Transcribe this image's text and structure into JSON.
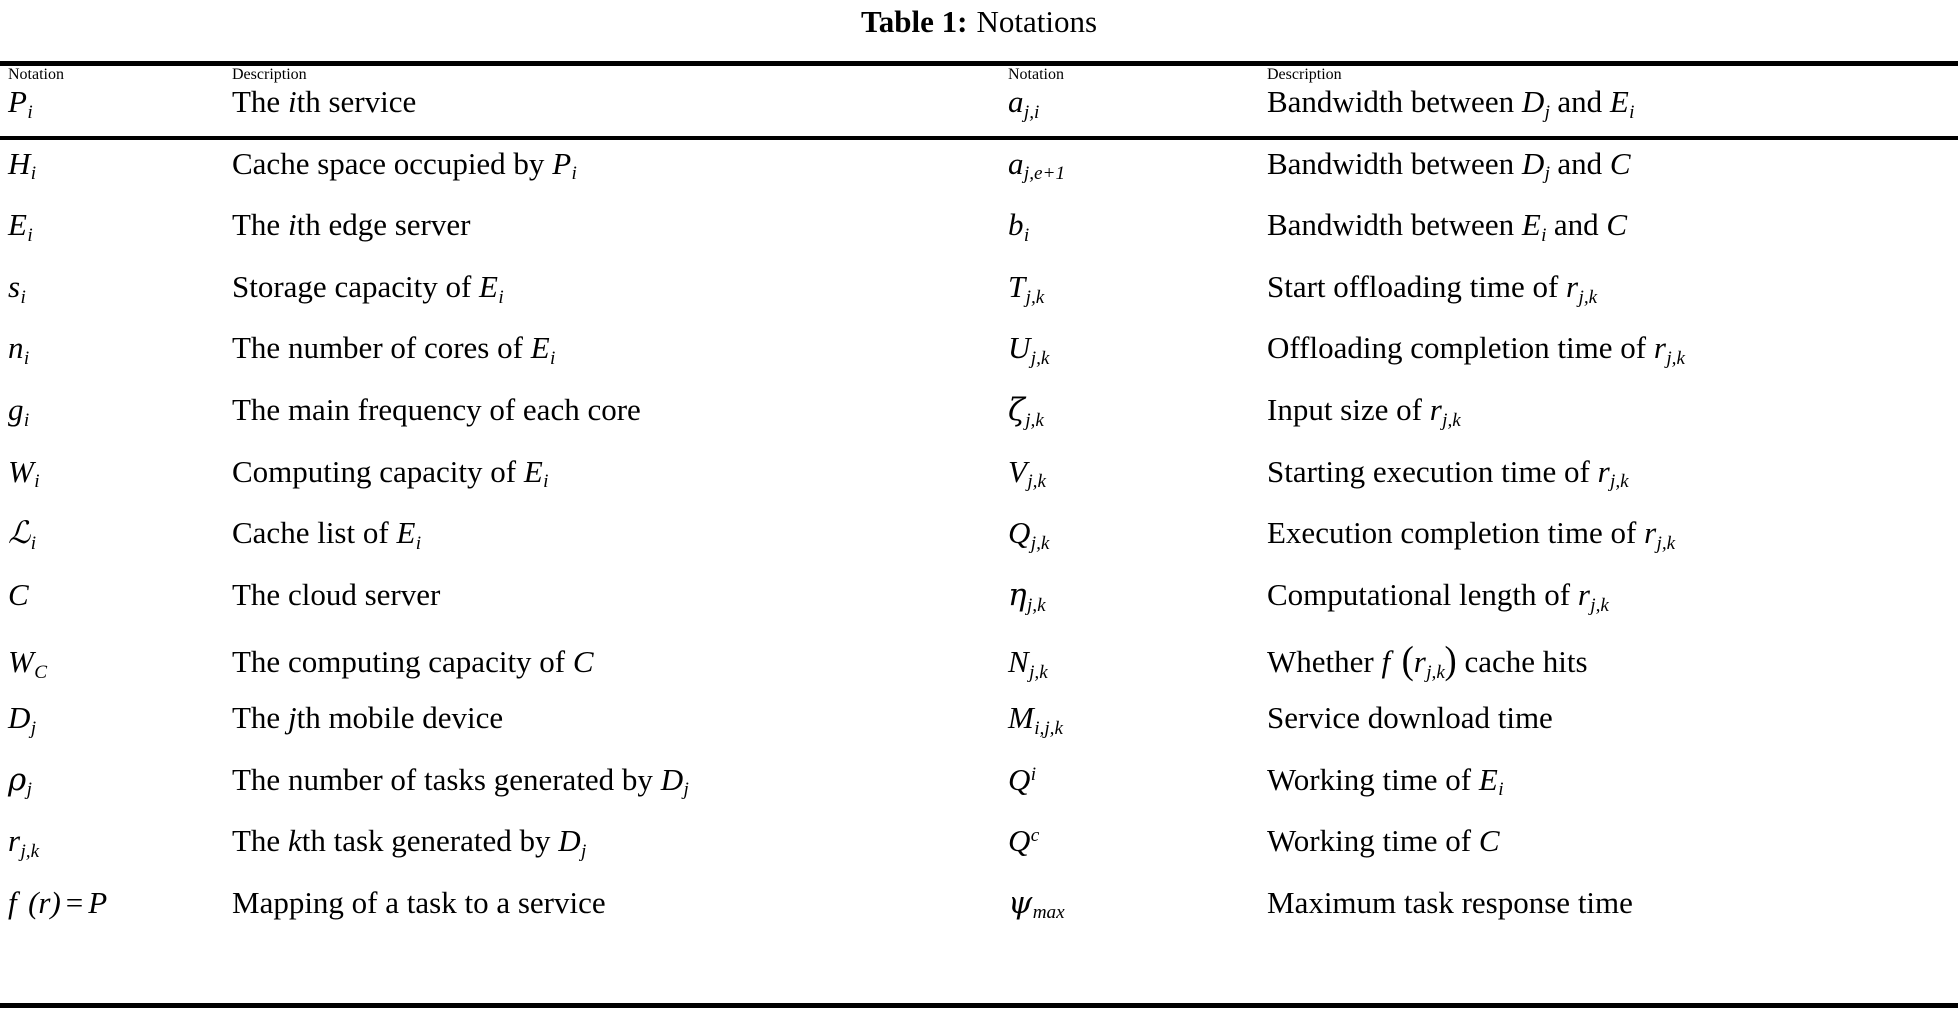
{
  "caption": {
    "label": "Table 1:",
    "text": "Notations"
  },
  "headers": {
    "notation_left": "Notation",
    "description_left": "Description",
    "notation_right": "Notation",
    "description_right": "Description"
  },
  "rows": [
    {
      "notation_left": "P_i",
      "description_left": "The ith service",
      "notation_right": "a_{j,i}",
      "description_right": "Bandwidth between D_j and E_i"
    },
    {
      "notation_left": "H_i",
      "description_left": "Cache space occupied by P_i",
      "notation_right": "a_{j,e+1}",
      "description_right": "Bandwidth between D_j and C"
    },
    {
      "notation_left": "E_i",
      "description_left": "The ith edge server",
      "notation_right": "b_i",
      "description_right": "Bandwidth between E_i and C"
    },
    {
      "notation_left": "s_i",
      "description_left": "Storage capacity of E_i",
      "notation_right": "T_{j,k}",
      "description_right": "Start offloading time of r_{j,k}"
    },
    {
      "notation_left": "n_i",
      "description_left": "The number of cores of E_i",
      "notation_right": "U_{j,k}",
      "description_right": "Offloading completion time of r_{j,k}"
    },
    {
      "notation_left": "g_i",
      "description_left": "The main frequency of each core",
      "notation_right": "zeta_{j,k}",
      "description_right": "Input size of r_{j,k}"
    },
    {
      "notation_left": "W_i",
      "description_left": "Computing capacity of E_i",
      "notation_right": "V_{j,k}",
      "description_right": "Starting execution time of r_{j,k}"
    },
    {
      "notation_left": "L_i",
      "description_left": "Cache list of E_i",
      "notation_right": "Q_{j,k}",
      "description_right": "Execution completion time of r_{j,k}"
    },
    {
      "notation_left": "C",
      "description_left": "The cloud server",
      "notation_right": "eta_{j,k}",
      "description_right": "Computational length of r_{j,k}"
    },
    {
      "notation_left": "W_C",
      "description_left": "The computing capacity of C",
      "notation_right": "N_{j,k}",
      "description_right": "Whether f (r_{j,k}) cache hits"
    },
    {
      "notation_left": "D_j",
      "description_left": "The jth mobile device",
      "notation_right": "M_{i,j,k}",
      "description_right": "Service download time"
    },
    {
      "notation_left": "rho_j",
      "description_left": "The number of tasks generated by D_j",
      "notation_right": "Q^i",
      "description_right": "Working time of E_i"
    },
    {
      "notation_left": "r_{j,k}",
      "description_left": "The kth task generated by D_j",
      "notation_right": "Q^c",
      "description_right": "Working time of C"
    },
    {
      "notation_left": "f (r) = P",
      "description_left": "Mapping of a task to a service",
      "notation_right": "psi_max",
      "description_right": "Maximum task response time"
    }
  ]
}
